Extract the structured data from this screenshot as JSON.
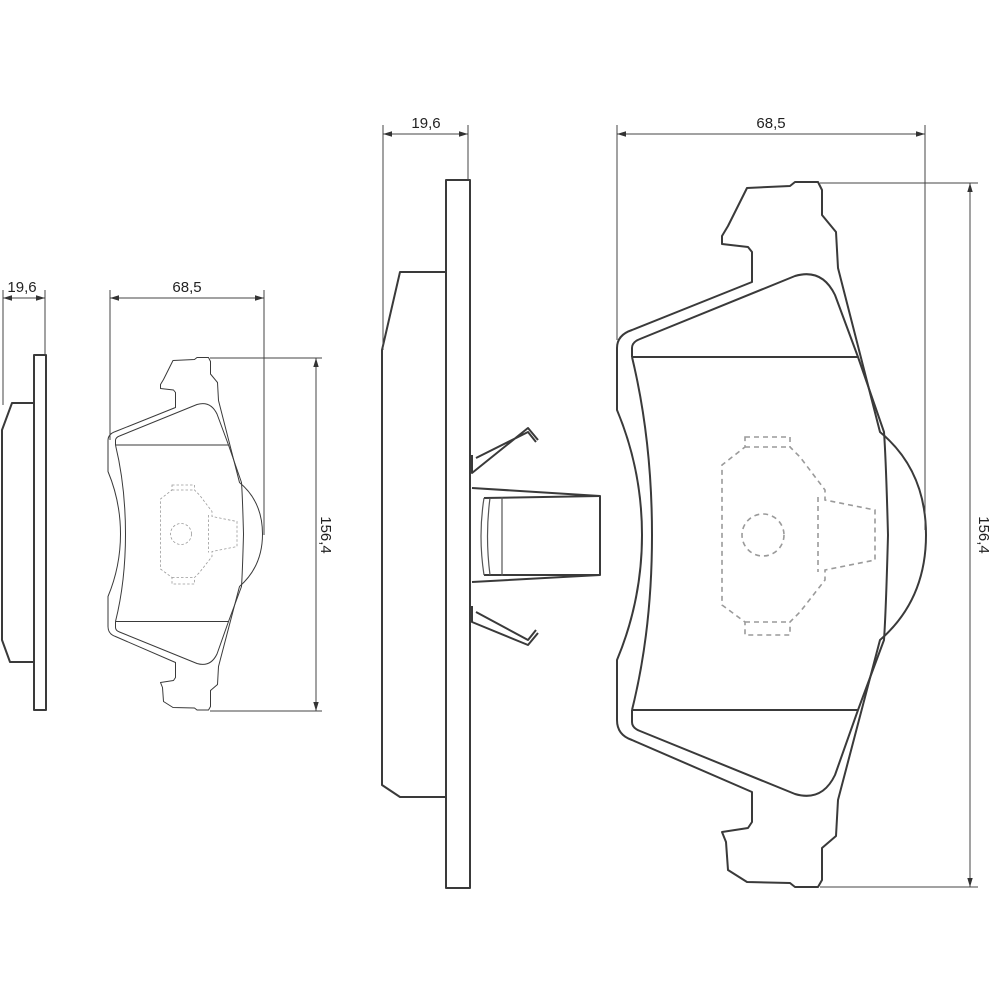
{
  "dimensions": {
    "large_thickness": "19,6",
    "large_width": "68,5",
    "large_height": "156,4",
    "small_thickness": "19,6",
    "small_width": "68,5",
    "small_height": "156,4"
  }
}
